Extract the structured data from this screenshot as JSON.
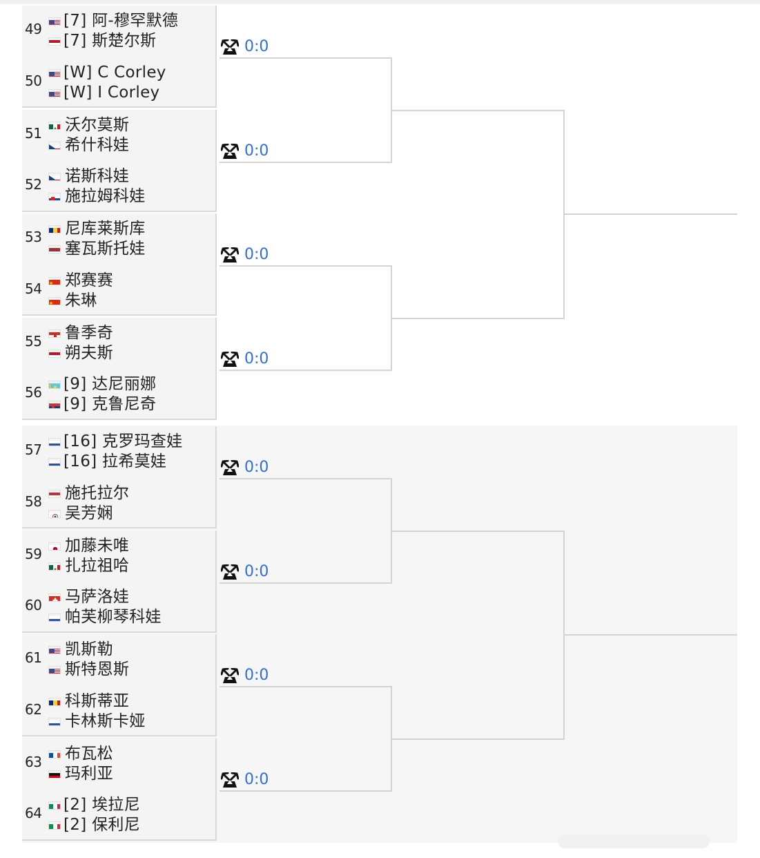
{
  "sections": [
    {
      "id": "top",
      "pairs": [
        {
          "entries": [
            {
              "seed": "49",
              "players": [
                {
                  "name": "[7] 阿-穆罕默德",
                  "flag": "usa-flag-icon",
                  "seeded": true
                },
                {
                  "name": "[7] 斯楚尔斯",
                  "flag": "netherlands-flag-icon",
                  "seeded": true
                }
              ]
            },
            {
              "seed": "50",
              "players": [
                {
                  "name": "[W] C Corley",
                  "flag": "usa-flag-icon",
                  "seeded": true
                },
                {
                  "name": "[W] I Corley",
                  "flag": "usa-flag-icon",
                  "seeded": true
                }
              ]
            }
          ],
          "score": "0:0"
        },
        {
          "entries": [
            {
              "seed": "51",
              "players": [
                {
                  "name": "沃尔莫斯",
                  "flag": "mexico-flag-icon",
                  "seeded": false
                },
                {
                  "name": "希什科娃",
                  "flag": "czech-flag-icon",
                  "seeded": false
                }
              ]
            },
            {
              "seed": "52",
              "players": [
                {
                  "name": "诺斯科娃",
                  "flag": "czech-flag-icon",
                  "seeded": false
                },
                {
                  "name": "施拉姆科娃",
                  "flag": "slovakia-flag-icon",
                  "seeded": false
                }
              ]
            }
          ],
          "score": "0:0"
        },
        {
          "entries": [
            {
              "seed": "53",
              "players": [
                {
                  "name": "尼库莱斯库",
                  "flag": "romania-flag-icon",
                  "seeded": false
                },
                {
                  "name": "塞瓦斯托娃",
                  "flag": "latvia-flag-icon",
                  "seeded": false
                }
              ]
            },
            {
              "seed": "54",
              "players": [
                {
                  "name": "郑赛赛",
                  "flag": "china-flag-icon",
                  "seeded": false
                },
                {
                  "name": "朱琳",
                  "flag": "china-flag-icon",
                  "seeded": false
                }
              ]
            }
          ],
          "score": "0:0"
        },
        {
          "entries": [
            {
              "seed": "55",
              "players": [
                {
                  "name": "鲁季奇",
                  "flag": "croatia-flag-icon",
                  "seeded": false
                },
                {
                  "name": "朔夫斯",
                  "flag": "netherlands-flag-icon",
                  "seeded": false
                }
              ]
            },
            {
              "seed": "56",
              "players": [
                {
                  "name": "[9] 达尼丽娜",
                  "flag": "kazakhstan-flag-icon",
                  "seeded": true
                },
                {
                  "name": "[9] 克鲁尼奇",
                  "flag": "serbia-flag-icon",
                  "seeded": true
                }
              ]
            }
          ],
          "score": "0:0"
        }
      ]
    },
    {
      "id": "bottom",
      "pairs": [
        {
          "entries": [
            {
              "seed": "57",
              "players": [
                {
                  "name": "[16] 克罗玛查娃",
                  "flag": "russia-flag-icon",
                  "seeded": true
                },
                {
                  "name": "[16] 拉希莫娃",
                  "flag": "russia-flag-icon",
                  "seeded": true
                }
              ]
            },
            {
              "seed": "58",
              "players": [
                {
                  "name": "施托拉尔",
                  "flag": "hungary-flag-icon",
                  "seeded": false
                },
                {
                  "name": "吴芳娴",
                  "flag": "chinese-taipei-flag-icon",
                  "seeded": false
                }
              ]
            }
          ],
          "score": "0:0"
        },
        {
          "entries": [
            {
              "seed": "59",
              "players": [
                {
                  "name": "加藤未唯",
                  "flag": "japan-flag-icon",
                  "seeded": false
                },
                {
                  "name": "扎拉祖哈",
                  "flag": "mexico-flag-icon",
                  "seeded": false
                }
              ]
            },
            {
              "seed": "60",
              "players": [
                {
                  "name": "马萨洛娃",
                  "flag": "switzerland-flag-icon",
                  "seeded": false
                },
                {
                  "name": "帕芙柳琴科娃",
                  "flag": "russia-flag-icon",
                  "seeded": false
                }
              ]
            }
          ],
          "score": "0:0"
        },
        {
          "entries": [
            {
              "seed": "61",
              "players": [
                {
                  "name": "凯斯勒",
                  "flag": "usa-flag-icon",
                  "seeded": false
                },
                {
                  "name": "斯特恩斯",
                  "flag": "usa-flag-icon",
                  "seeded": false
                }
              ]
            },
            {
              "seed": "62",
              "players": [
                {
                  "name": "科斯蒂亚",
                  "flag": "romania-flag-icon",
                  "seeded": false
                },
                {
                  "name": "卡林斯卡娅",
                  "flag": "russia-flag-icon",
                  "seeded": false
                }
              ]
            }
          ],
          "score": "0:0"
        },
        {
          "entries": [
            {
              "seed": "63",
              "players": [
                {
                  "name": "布瓦松",
                  "flag": "france-flag-icon",
                  "seeded": false
                },
                {
                  "name": "玛利亚",
                  "flag": "germany-flag-icon",
                  "seeded": false
                }
              ]
            },
            {
              "seed": "64",
              "players": [
                {
                  "name": "[2] 埃拉尼",
                  "flag": "italy-flag-icon",
                  "seeded": true
                },
                {
                  "name": "[2] 保利尼",
                  "flag": "italy-flag-icon",
                  "seeded": true
                }
              ]
            }
          ],
          "score": "0:0"
        }
      ]
    }
  ],
  "colors": {
    "score": "#2f6fd6",
    "pair_bg": "#f4f4f4",
    "line": "#d3d3d3",
    "section_bottom_bg": "#f6f6f6"
  }
}
